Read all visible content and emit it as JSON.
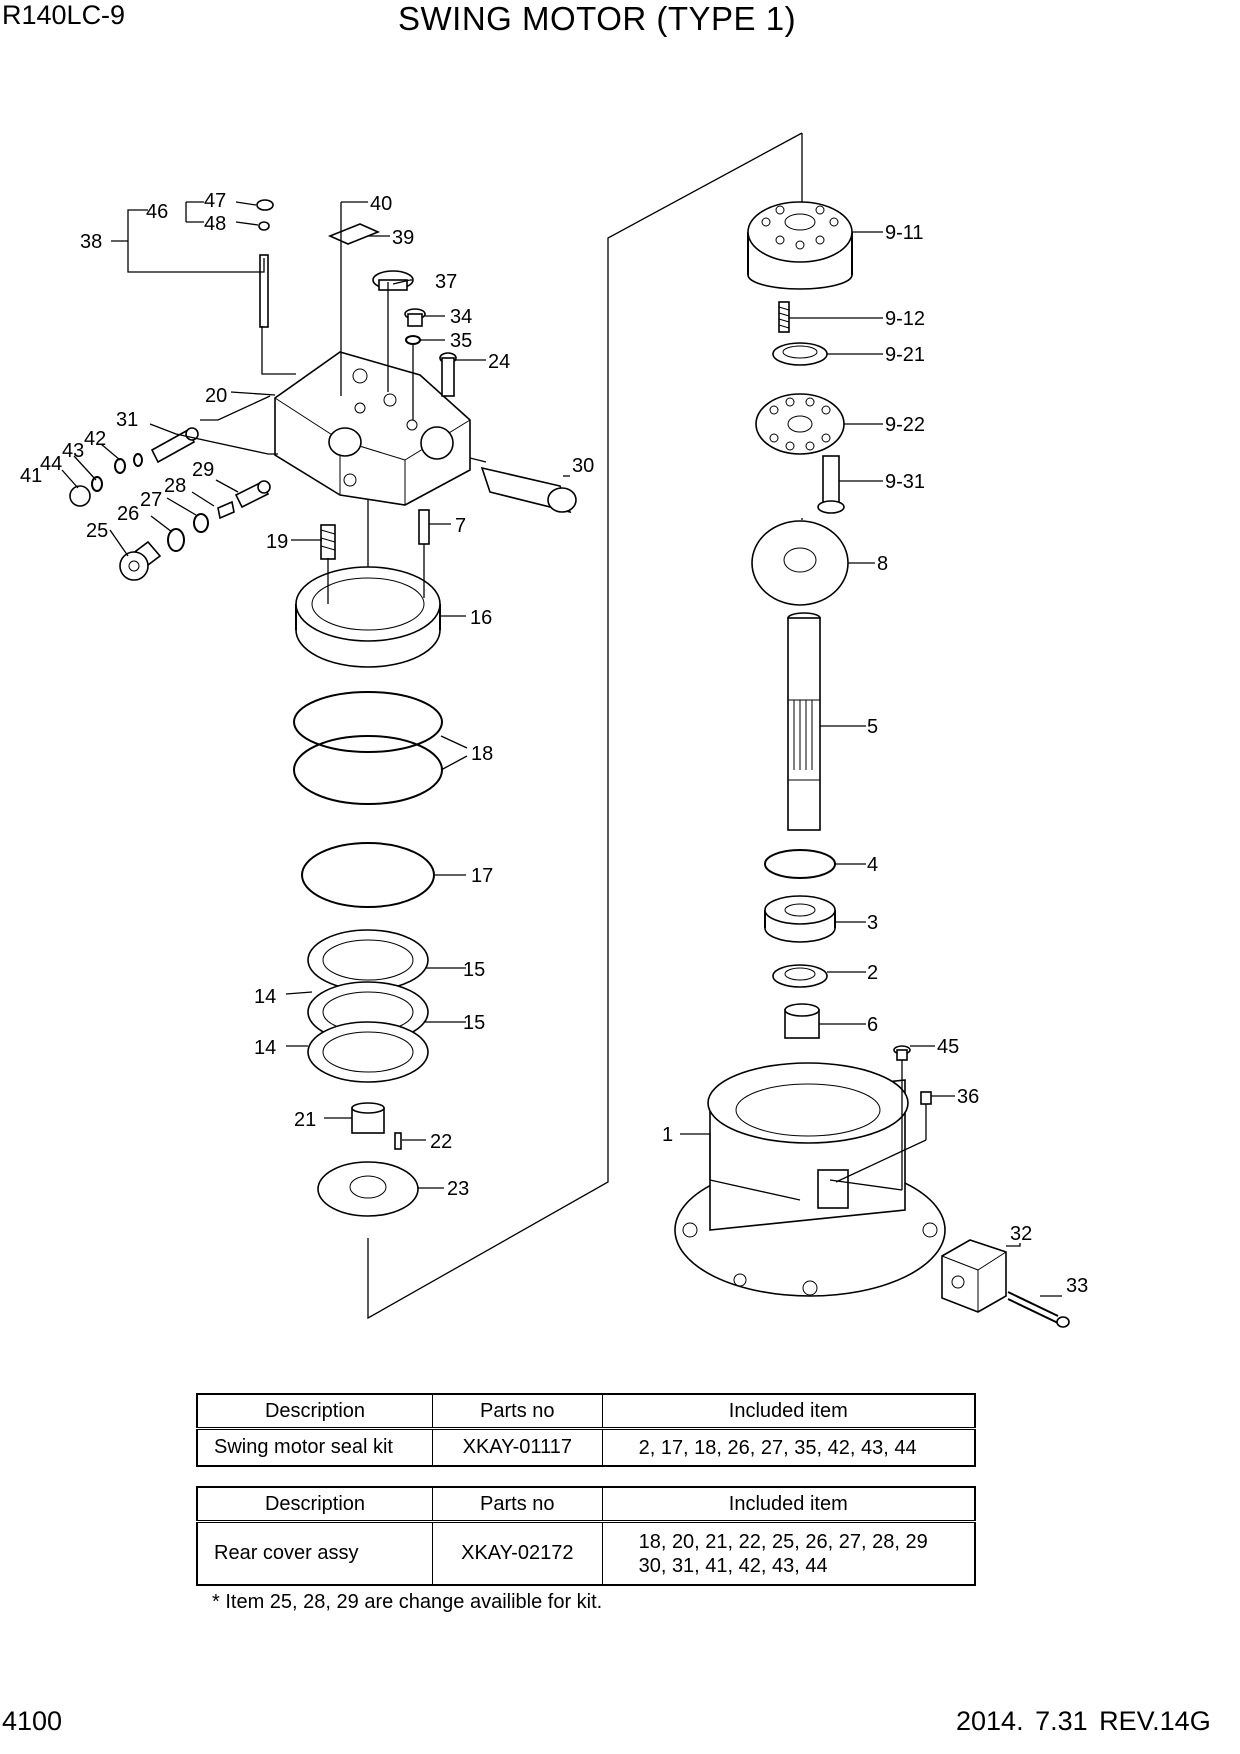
{
  "header": {
    "model": "R140LC-9",
    "title": "SWING MOTOR (TYPE 1)"
  },
  "footer": {
    "page_number": "4100",
    "revision": "2014. 7.31  REV.14G"
  },
  "callouts": {
    "c1": "1",
    "c2": "2",
    "c3": "3",
    "c4": "4",
    "c5": "5",
    "c6": "6",
    "c7": "7",
    "c8": "8",
    "c9_11": "9-11",
    "c9_12": "9-12",
    "c9_21": "9-21",
    "c9_22": "9-22",
    "c9_31": "9-31",
    "c14a": "14",
    "c14b": "14",
    "c15a": "15",
    "c15b": "15",
    "c16": "16",
    "c17": "17",
    "c18": "18",
    "c19": "19",
    "c20": "20",
    "c21": "21",
    "c22": "22",
    "c23": "23",
    "c24": "24",
    "c25": "25",
    "c26": "26",
    "c27": "27",
    "c28": "28",
    "c29": "29",
    "c30": "30",
    "c31": "31",
    "c32": "32",
    "c33": "33",
    "c34": "34",
    "c35": "35",
    "c36": "36",
    "c37": "37",
    "c38": "38",
    "c39": "39",
    "c40": "40",
    "c41": "41",
    "c42": "42",
    "c43": "43",
    "c44": "44",
    "c45": "45",
    "c46": "46",
    "c47": "47",
    "c48": "48"
  },
  "tables": {
    "headers": [
      "Description",
      "Parts no",
      "Included item"
    ],
    "kit1": {
      "description": "Swing motor seal kit",
      "parts_no": "XKAY-01117",
      "included": "2, 17, 18, 26, 27, 35, 42, 43, 44"
    },
    "kit2": {
      "description": "Rear cover assy",
      "parts_no": "XKAY-02172",
      "included_line1": "18, 20, 21, 22, 25, 26, 27, 28, 29",
      "included_line2": "30, 31, 41, 42, 43, 44"
    }
  },
  "note": "* Item 25, 28, 29 are change availible for kit."
}
